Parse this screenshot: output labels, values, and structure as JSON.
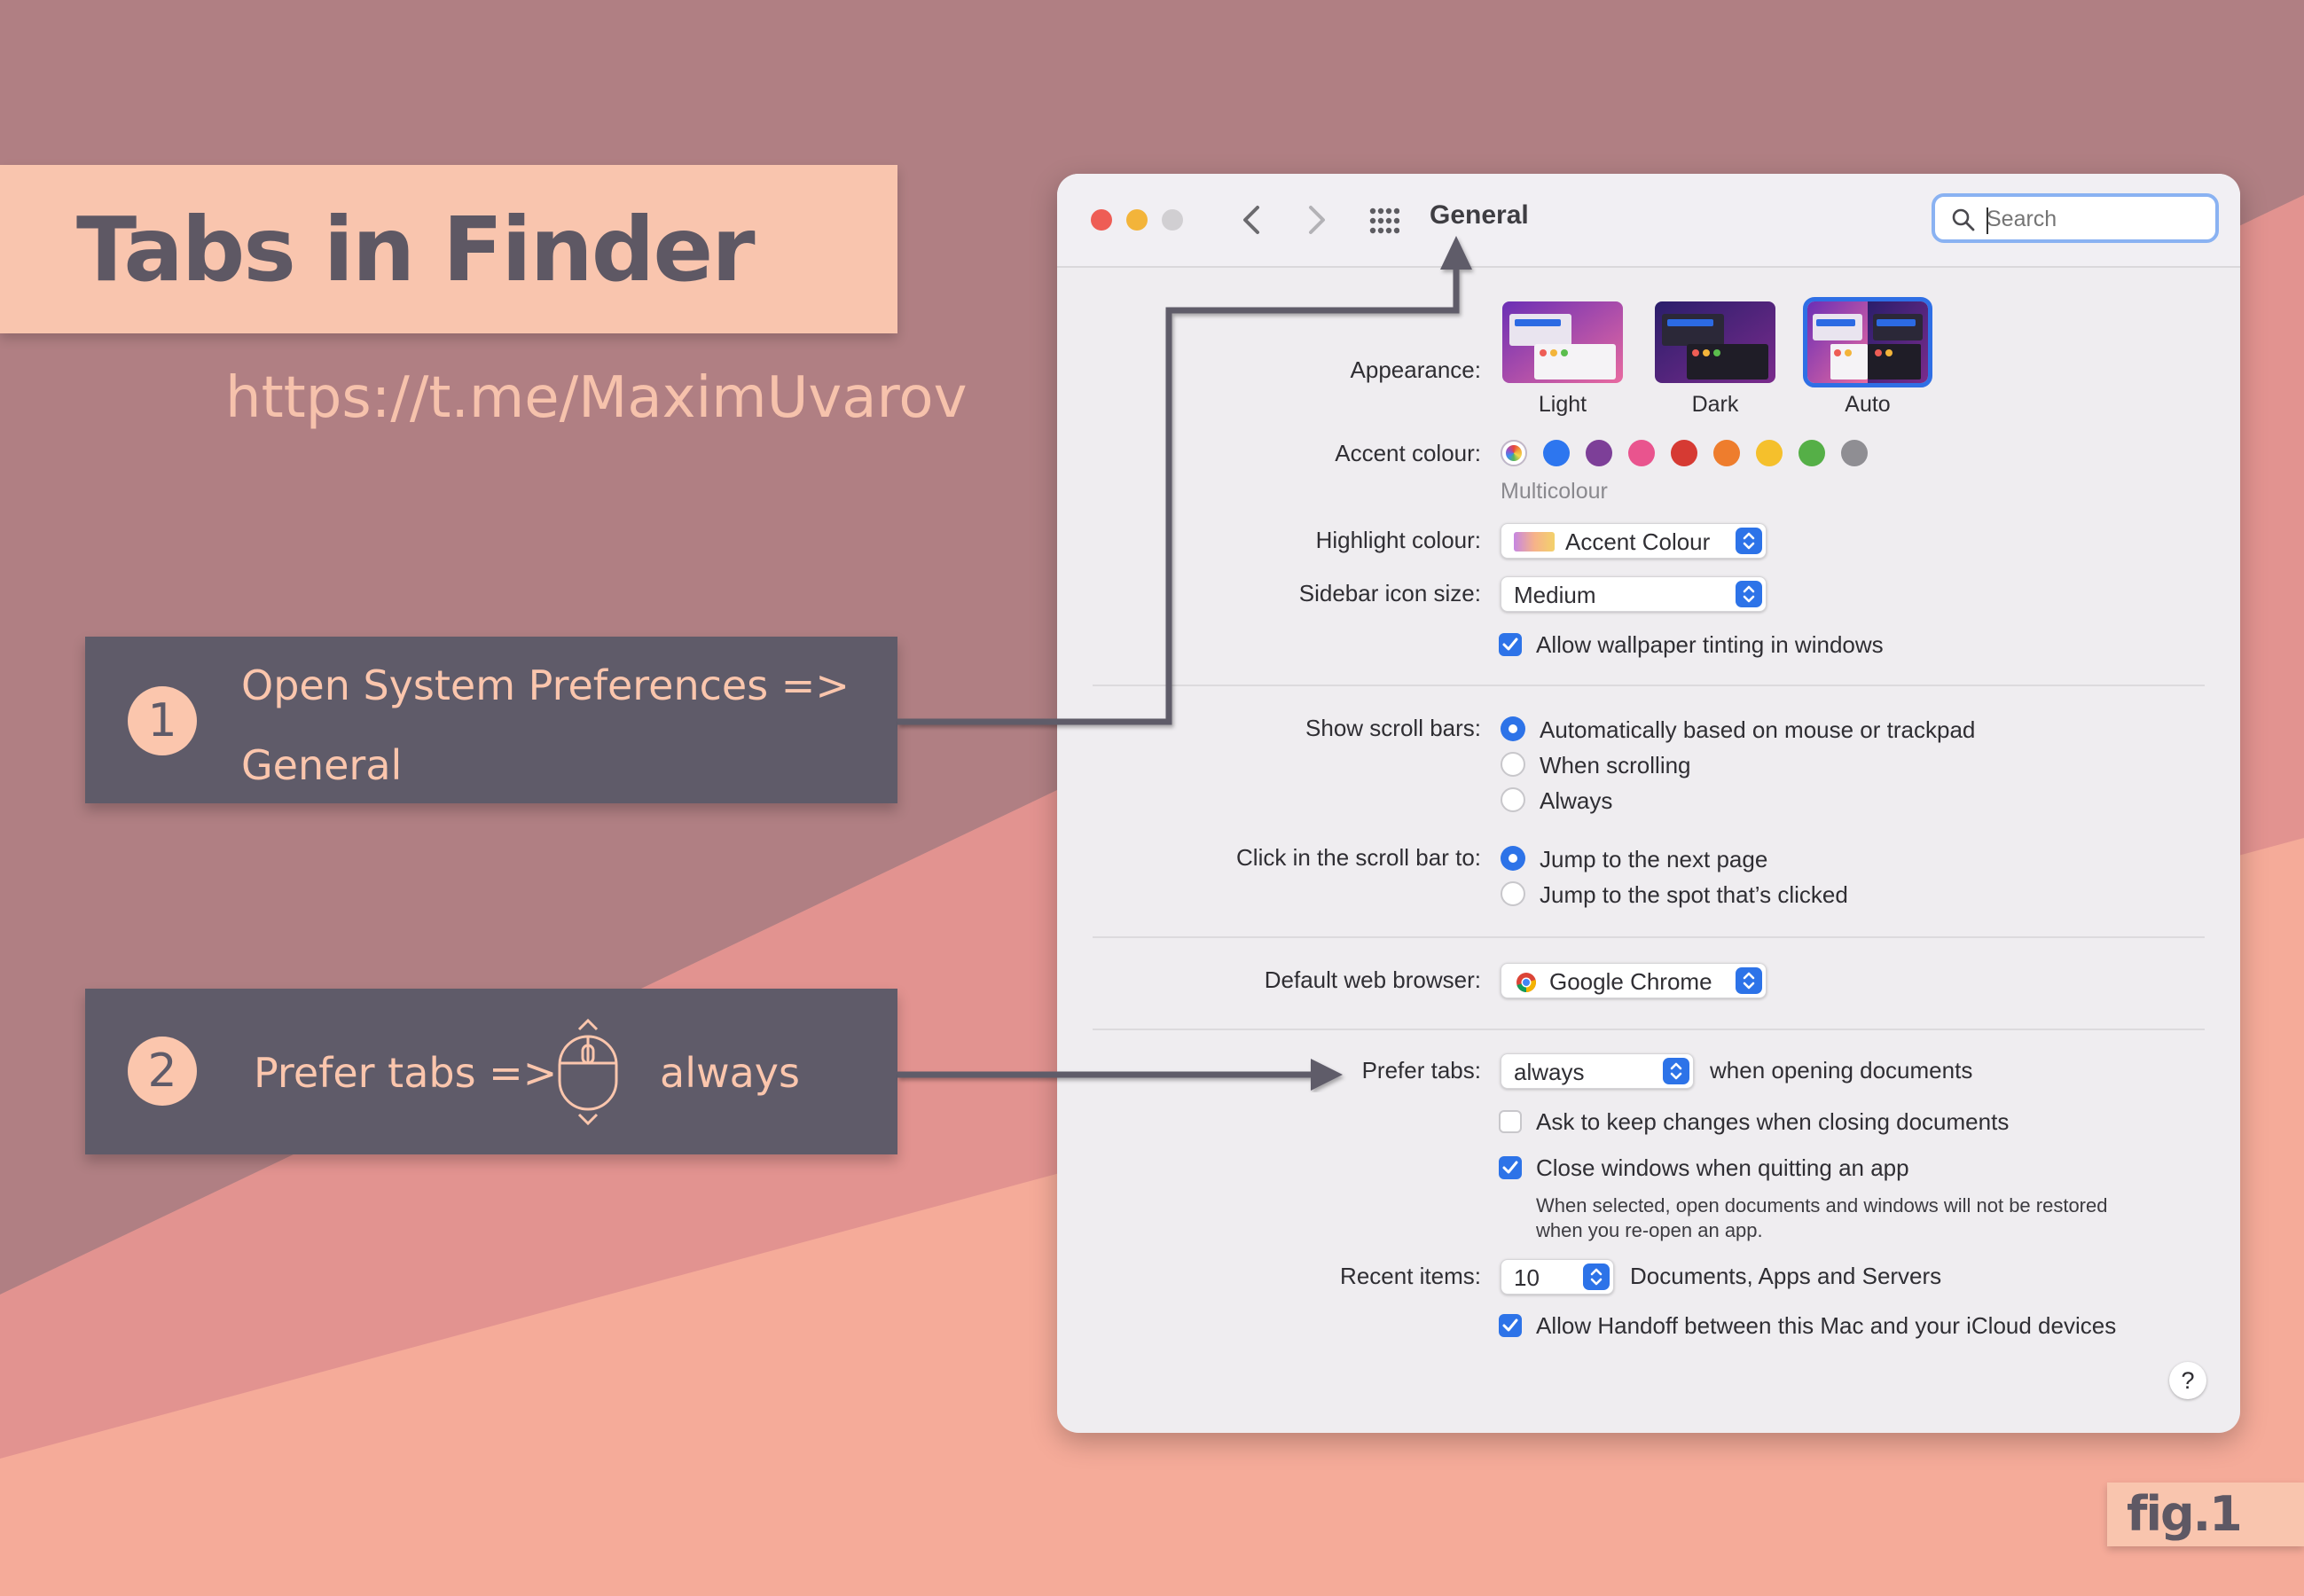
{
  "colors": {
    "bg_mauve": "#b07f83",
    "bg_pink": "#e29390",
    "bg_salmon": "#f5ab99",
    "card_peach": "#f9c5ae",
    "step_dark": "#5f5b69",
    "accent_blue": "#2d73e8"
  },
  "poster": {
    "title": "Tabs in Finder",
    "link": "https://t.me/MaximUvarov",
    "fig_label": "fig.1",
    "steps": [
      {
        "number": "1",
        "line1": "Open System Preferences =>",
        "line2": "General"
      },
      {
        "number": "2",
        "text_before": "Prefer tabs =>",
        "icon": "mouse-scroll-icon",
        "text_after": "always"
      }
    ]
  },
  "window": {
    "title": "General",
    "search_placeholder": "Search",
    "appearance": {
      "label": "Appearance:",
      "options": [
        {
          "name": "Light",
          "selected": false
        },
        {
          "name": "Dark",
          "selected": false
        },
        {
          "name": "Auto",
          "selected": true
        }
      ]
    },
    "accent": {
      "label": "Accent colour:",
      "selected_name": "Multicolour",
      "swatches": [
        "multicolour",
        "#2d76ef",
        "#7d3f98",
        "#e9548e",
        "#d63a33",
        "#ee7d2d",
        "#f5c02c",
        "#55af47",
        "#8f8e93"
      ]
    },
    "highlight": {
      "label": "Highlight colour:",
      "value": "Accent Colour"
    },
    "sidebar_icon_size": {
      "label": "Sidebar icon size:",
      "value": "Medium"
    },
    "wallpaper_tinting": {
      "label": "Allow wallpaper tinting in windows",
      "checked": true
    },
    "scroll_bars": {
      "label": "Show scroll bars:",
      "options": [
        {
          "label": "Automatically based on mouse or trackpad",
          "selected": true
        },
        {
          "label": "When scrolling",
          "selected": false
        },
        {
          "label": "Always",
          "selected": false
        }
      ]
    },
    "click_scroll": {
      "label": "Click in the scroll bar to:",
      "options": [
        {
          "label": "Jump to the next page",
          "selected": true
        },
        {
          "label": "Jump to the spot that’s clicked",
          "selected": false
        }
      ]
    },
    "default_browser": {
      "label": "Default web browser:",
      "value": "Google Chrome"
    },
    "prefer_tabs": {
      "label": "Prefer tabs:",
      "value": "always",
      "suffix": "when opening documents"
    },
    "ask_keep_changes": {
      "label": "Ask to keep changes when closing documents",
      "checked": false
    },
    "close_windows": {
      "label": "Close windows when quitting an app",
      "checked": true,
      "note_line1": "When selected, open documents and windows will not be restored",
      "note_line2": "when you re-open an app."
    },
    "recent_items": {
      "label": "Recent items:",
      "value": "10",
      "suffix": "Documents, Apps and Servers"
    },
    "handoff": {
      "label": "Allow Handoff between this Mac and your iCloud devices",
      "checked": true
    },
    "help_label": "?"
  }
}
